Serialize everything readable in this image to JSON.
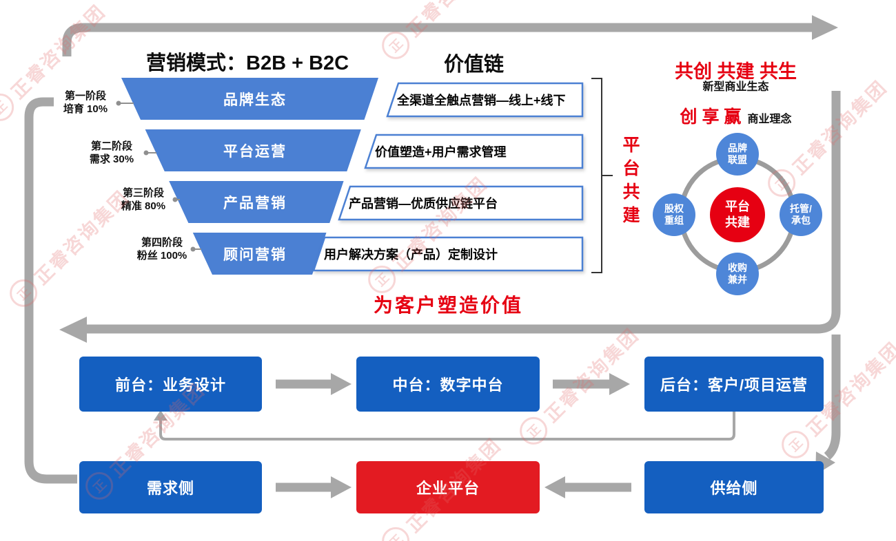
{
  "titles": {
    "marketing_model": "营销模式：B2B + B2C",
    "value_chain": "价值链",
    "value_slogan": "为客户塑造价值"
  },
  "funnel": {
    "bracket_label": "平台共建",
    "stages": [
      {
        "phase_line1": "第一阶段",
        "phase_line2": "培育 10%",
        "label": "品牌生态",
        "value_item": "全渠道全触点营销—线上+线下"
      },
      {
        "phase_line1": "第二阶段",
        "phase_line2": "需求 30%",
        "label": "平台运营",
        "value_item": "价值塑造+用户需求管理"
      },
      {
        "phase_line1": "第三阶段",
        "phase_line2": "精准 80%",
        "label": "产品营销",
        "value_item": "产品营销—优质供应链平台"
      },
      {
        "phase_line1": "第四阶段",
        "phase_line2": "粉丝 100%",
        "label": "顾问营销",
        "value_item": "用户解决方案（产品）定制设计"
      }
    ]
  },
  "ecosystem": {
    "slogan1": "共创 共建 共生",
    "subtitle1": "新型商业生态",
    "slogan2": "创 享 赢",
    "subtitle2": "商业理念",
    "center": {
      "line1": "平台",
      "line2": "共建"
    },
    "nodes": [
      {
        "line1": "品牌",
        "line2": "联盟"
      },
      {
        "line1": "托管/",
        "line2": "承包"
      },
      {
        "line1": "收购",
        "line2": "兼并"
      },
      {
        "line1": "股权",
        "line2": "重组"
      }
    ]
  },
  "flow": {
    "front_office": "前台：业务设计",
    "middle_office": "中台：数字中台",
    "back_office": "后台：客户/项目运营"
  },
  "bottom": {
    "demand_side": "需求侧",
    "enterprise_platform": "企业平台",
    "supply_side": "供给侧"
  },
  "watermark": {
    "text": "正睿咨询集团",
    "logo_char": "正"
  },
  "colors": {
    "funnel_blue": "#4b80d3",
    "node_blue": "#4e86d8",
    "box_blue": "#145fc0",
    "accent_red": "#e60012",
    "platform_red": "#e31b22",
    "arrow_gray": "#a7a7a7"
  }
}
